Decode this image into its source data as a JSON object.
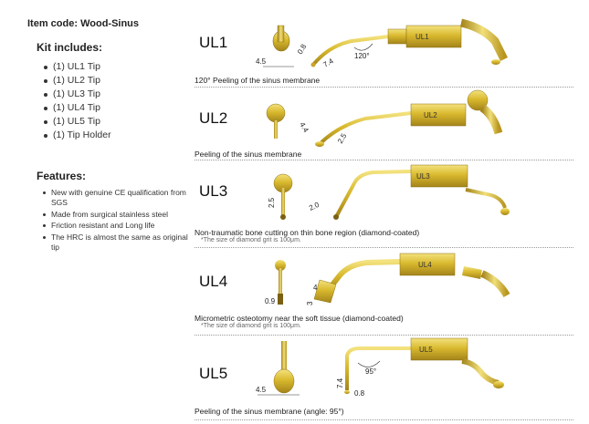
{
  "item_code": "Item code: Wood-Sinus",
  "kit": {
    "title": "Kit includes:",
    "items": [
      "(1) UL1 Tip",
      "(1) UL2 Tip",
      "(1) UL3 Tip",
      "(1) UL4 Tip",
      "(1) UL5 Tip",
      "(1) Tip Holder"
    ]
  },
  "features": {
    "title": "Features:",
    "items": [
      "New with genuine CE qualification from SGS",
      "Made from surgical stainless steel",
      "Friction resistant and Long life",
      "The HRC is almost the same as original tip"
    ]
  },
  "tips": [
    {
      "code": "UL1",
      "tip_label": "UL1",
      "caption": "120° Peeling of the sinus membrane",
      "note": "",
      "dims": [
        "4.5",
        "0.8",
        "7.4",
        "120°"
      ]
    },
    {
      "code": "UL2",
      "tip_label": "UL2",
      "caption": "Peeling of the sinus membrane",
      "note": "",
      "dims": [
        "4.4",
        "2.5"
      ]
    },
    {
      "code": "UL3",
      "tip_label": "UL3",
      "caption": "Non-traumatic bone cutting on thin bone region (diamond-coated)",
      "note": "*The size of diamond grit is 100μm.",
      "dims": [
        "2.5",
        "2.0"
      ]
    },
    {
      "code": "UL4",
      "tip_label": "UL4",
      "caption": "Micrometric osteotomy near the soft tissue (diamond-coated)",
      "note": "*The size of diamond grit is 100μm.",
      "dims": [
        "0.9",
        "4",
        "3"
      ]
    },
    {
      "code": "UL5",
      "tip_label": "UL5",
      "caption": "Peeling of the sinus membrane (angle: 95°)",
      "note": "",
      "dims": [
        "4.5",
        "95°",
        "7.4",
        "0.8"
      ]
    }
  ],
  "colors": {
    "gold": "#d4b42a",
    "gold_dark": "#a8891a",
    "gold_light": "#f1df7a"
  }
}
